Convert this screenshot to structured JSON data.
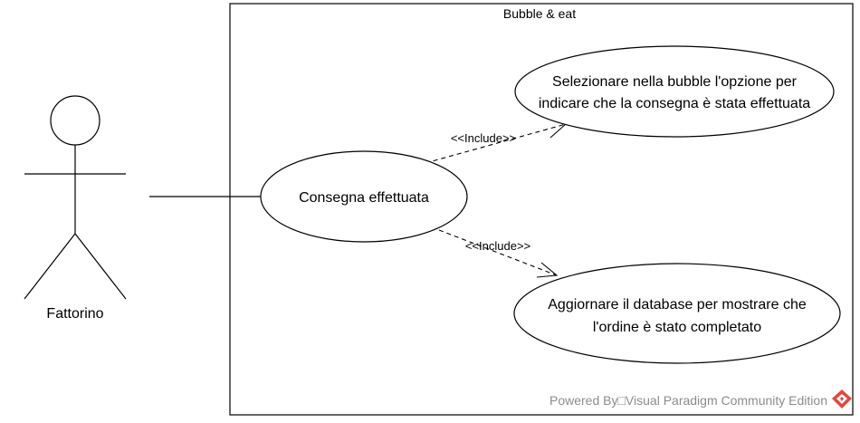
{
  "system": {
    "title": "Bubble & eat"
  },
  "actor": {
    "name": "Fattorino"
  },
  "use_cases": {
    "main": {
      "label": "Consegna effettuata"
    },
    "select_option": {
      "line1": "Selezionare nella bubble l'opzione per",
      "line2": "indicare che la consegna è stata effettuata"
    },
    "update_db": {
      "line1": "Aggiornare il database per mostrare che",
      "line2": "l'ordine è stato completato"
    }
  },
  "relations": {
    "include_top": "<<Include>>",
    "include_bottom": "<<Include>>"
  },
  "footer": {
    "text": "Powered By□Visual Paradigm Community Edition",
    "logo_color": "#e0483e"
  }
}
